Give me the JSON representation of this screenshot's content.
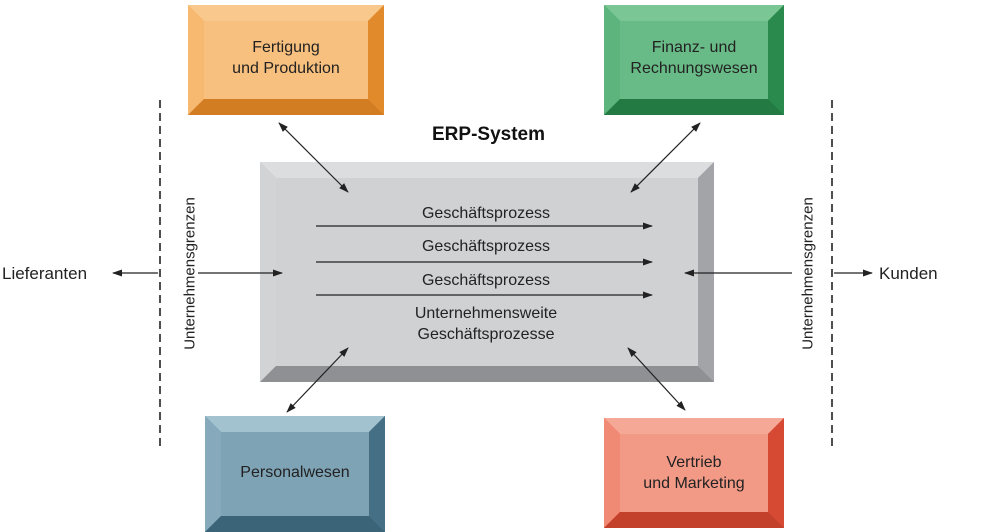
{
  "diagram": {
    "title": "ERP-System",
    "center": {
      "process_1": "Geschäftsprozess",
      "process_2": "Geschäftsprozess",
      "process_3": "Geschäftsprozess",
      "enterprise_line1": "Unternehmensweite",
      "enterprise_line2": "Geschäftsprozesse"
    },
    "modules": {
      "production_line1": "Fertigung",
      "production_line2": "und Produktion",
      "finance_line1": "Finanz- und",
      "finance_line2": "Rechnungswesen",
      "hr": "Personalwesen",
      "sales_line1": "Vertrieb",
      "sales_line2": "und Marketing"
    },
    "boundaries": {
      "left": "Unternehmensgrenzen",
      "right": "Unternehmensgrenzen"
    },
    "external": {
      "suppliers": "Lieferanten",
      "customers": "Kunden"
    },
    "colors": {
      "production": "#f6b769",
      "finance": "#4fae72",
      "hr": "#6a98ad",
      "sales": "#ec6f55",
      "erp": "#c9cbce"
    }
  }
}
